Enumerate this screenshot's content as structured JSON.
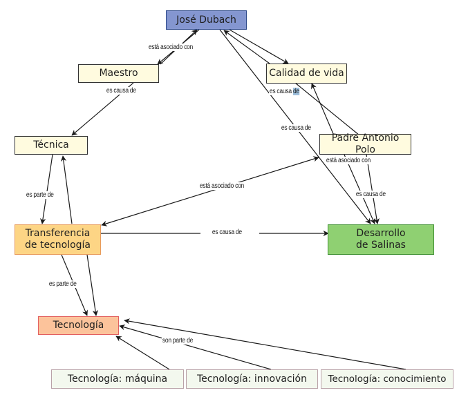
{
  "colors": {
    "jose": "#8496d0",
    "yellow": "#fffbdf",
    "orange": "#fdd585",
    "salmon": "#fcc39b",
    "green": "#8fd072",
    "pale_green": "#f3f8ee",
    "line": "#1a1a1a",
    "highlight": "#9dbfdc"
  },
  "nodes": {
    "jose_dubach": "José Dubach",
    "maestro": "Maestro",
    "calidad_de_vida": "Calidad de vida",
    "tecnica": "Técnica",
    "padre_antonio_polo": "Padre Antonio Polo",
    "transferencia": "Transferencia\nde tecnología",
    "desarrollo": "Desarrollo\nde Salinas",
    "tecnologia": "Tecnología",
    "tec_maquina": "Tecnología: máquina",
    "tec_innovacion": "Tecnología: innovación",
    "tec_conocimiento": "Tecnología: conocimiento"
  },
  "links": {
    "jose_maestro": "está asociado con",
    "maestro_tecnica": "es causa de",
    "calidad_desarrollo_a": "es causa",
    "calidad_desarrollo_b": "de",
    "jose_desarrollo": "es causa de",
    "padre_assoc": "está asociado con",
    "padre_desarrollo": "es causa de",
    "tecnica_transferencia": "es parte de",
    "transferencia_padre": "está asociado con",
    "transferencia_desarrollo": "es causa de",
    "transferencia_tecnologia": "es parte de",
    "tecnologias_tecnologia": "son parte de"
  }
}
